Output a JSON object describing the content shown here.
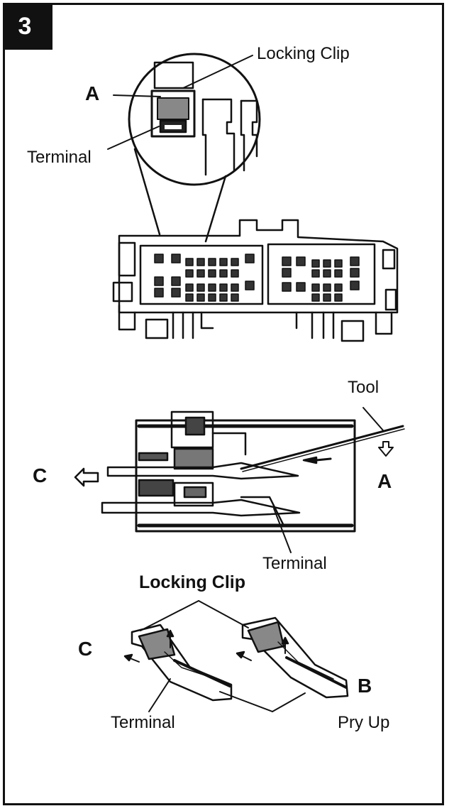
{
  "step_number": "3",
  "labels": {
    "locking_clip_top": "Locking Clip",
    "a_top": "A",
    "terminal_top": "Terminal",
    "tool": "Tool",
    "c_middle": "C",
    "a_middle": "A",
    "terminal_middle": "Terminal",
    "locking_clip_bottom": "Locking Clip",
    "c_bottom": "C",
    "b_bottom": "B",
    "terminal_bottom": "Terminal",
    "pry_up": "Pry Up"
  }
}
